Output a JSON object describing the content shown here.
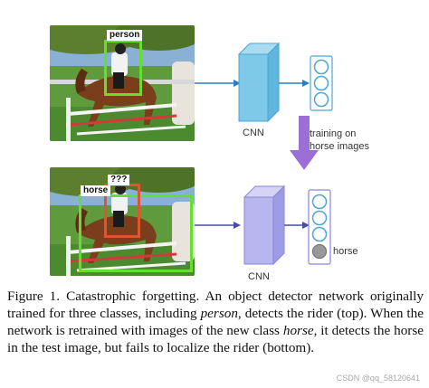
{
  "figure": {
    "top": {
      "box_label": "person",
      "cnn_label": "CNN",
      "cnn_color": "#7ec8e8",
      "box_color": "#66dd33"
    },
    "transition": {
      "text_line1": "training on",
      "text_line2": "horse images",
      "arrow_color": "#9b6fd6"
    },
    "bottom": {
      "box_label_horse": "horse",
      "box_label_unknown": "???",
      "cnn_label": "CNN",
      "output_label": "horse",
      "cnn_color": "#b8b6ee",
      "horse_box_color": "#66dd33",
      "rider_box_color": "#e0542e"
    }
  },
  "caption": {
    "p1": "Figure 1. Catastrophic forgetting. An object detector network originally trained for three classes, including ",
    "em1": "person",
    "p2": ", detects the rider (top). When the network is retrained with images of the new class ",
    "em2": "horse",
    "p3": ", it detects the horse in the test image, but fails to localize the rider (bottom)."
  },
  "watermark": "CSDN @qq_58120641"
}
